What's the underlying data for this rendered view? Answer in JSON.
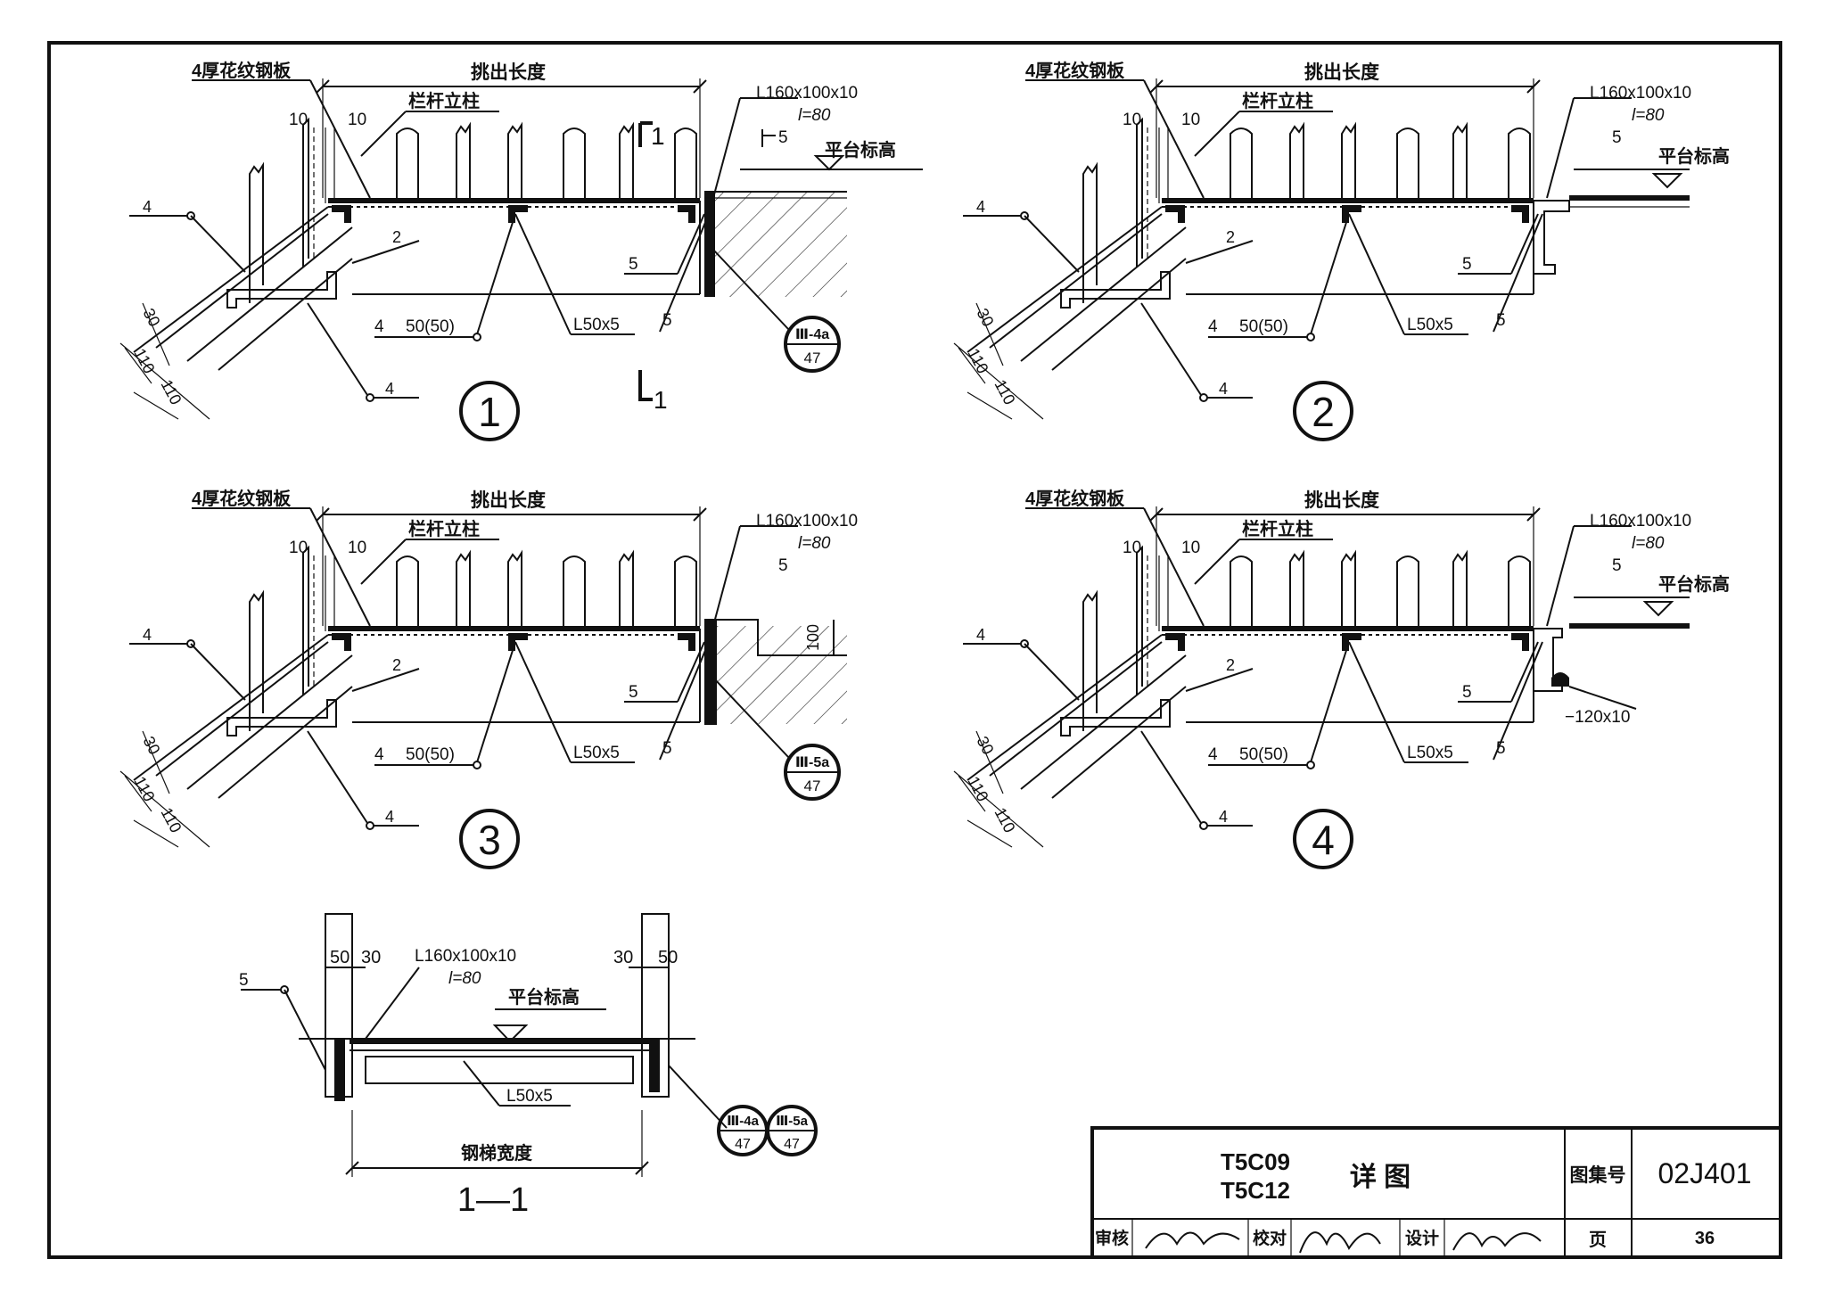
{
  "details": [
    {
      "number": "1",
      "plate_label": "4厚花纹钢板",
      "length_label": "挑出长度",
      "post_label": "栏杆立柱",
      "angle_label": "L160x100x10",
      "angle_len": "l=80",
      "weld_top": "5",
      "platform_label": "平台标高",
      "weld_left": "4",
      "dim_10a": "10",
      "dim_10b": "10",
      "weld_2": "2",
      "weld_5a": "5",
      "weld_5b": "5",
      "weld_4_50": "4",
      "weld_4_50_text": "50(50)",
      "angle_small": "L50x5",
      "weld_4_bottom": "4",
      "dim_30": "30",
      "dim_110a": "110",
      "dim_110b": "110",
      "ref_top": "Ⅲ-4a",
      "ref_bottom": "47",
      "extra": ""
    },
    {
      "number": "2",
      "plate_label": "4厚花纹钢板",
      "length_label": "挑出长度",
      "post_label": "栏杆立柱",
      "angle_label": "L160x100x10",
      "angle_len": "l=80",
      "weld_top": "5",
      "platform_label": "平台标高",
      "weld_left": "4",
      "dim_10a": "10",
      "dim_10b": "10",
      "weld_2": "2",
      "weld_5a": "5",
      "weld_5b": "5",
      "weld_4_50": "4",
      "weld_4_50_text": "50(50)",
      "angle_small": "L50x5",
      "weld_4_bottom": "4",
      "dim_30": "30",
      "dim_110a": "110",
      "dim_110b": "110",
      "ref_top": "",
      "ref_bottom": "",
      "extra": ""
    },
    {
      "number": "3",
      "plate_label": "4厚花纹钢板",
      "length_label": "挑出长度",
      "post_label": "栏杆立柱",
      "angle_label": "L160x100x10",
      "angle_len": "l=80",
      "weld_top": "5",
      "platform_label": "",
      "weld_left": "4",
      "dim_10a": "10",
      "dim_10b": "10",
      "weld_2": "2",
      "weld_5a": "5",
      "weld_5b": "5",
      "weld_4_50": "4",
      "weld_4_50_text": "50(50)",
      "angle_small": "L50x5",
      "weld_4_bottom": "4",
      "dim_30": "30",
      "dim_110a": "110",
      "dim_110b": "110",
      "ref_top": "Ⅲ-5a",
      "ref_bottom": "47",
      "extra": "100"
    },
    {
      "number": "4",
      "plate_label": "4厚花纹钢板",
      "length_label": "挑出长度",
      "post_label": "栏杆立柱",
      "angle_label": "L160x100x10",
      "angle_len": "l=80",
      "weld_top": "5",
      "platform_label": "平台标高",
      "weld_left": "4",
      "dim_10a": "10",
      "dim_10b": "10",
      "weld_2": "2",
      "weld_5a": "5",
      "weld_5b": "5",
      "weld_4_50": "4",
      "weld_4_50_text": "50(50)",
      "angle_small": "L50x5",
      "weld_4_bottom": "4",
      "dim_30": "30",
      "dim_110a": "110",
      "dim_110b": "110",
      "ref_top": "",
      "ref_bottom": "",
      "extra": "−120x10"
    }
  ],
  "section_mark": {
    "top": "1",
    "bottom": "1"
  },
  "section11": {
    "weld": "5",
    "dim_50a": "50",
    "dim_30a": "30",
    "angle_label": "L160x100x10",
    "angle_len": "l=80",
    "dim_30b": "30",
    "dim_50b": "50",
    "platform_label": "平台标高",
    "angle_small": "L50x5",
    "width_label": "钢梯宽度",
    "title": "1—1",
    "ref1_top": "Ⅲ-4a",
    "ref1_bottom": "47",
    "ref2_top": "Ⅲ-5a",
    "ref2_bottom": "47"
  },
  "title_block": {
    "codes_line1": "T5C09",
    "codes_line2": "T5C12",
    "drawing_name": "详  图",
    "atlas_label": "图集号",
    "atlas_no": "02J401",
    "review_label": "审核",
    "check_label": "校对",
    "design_label": "设计",
    "page_label": "页",
    "page_no": "36"
  }
}
